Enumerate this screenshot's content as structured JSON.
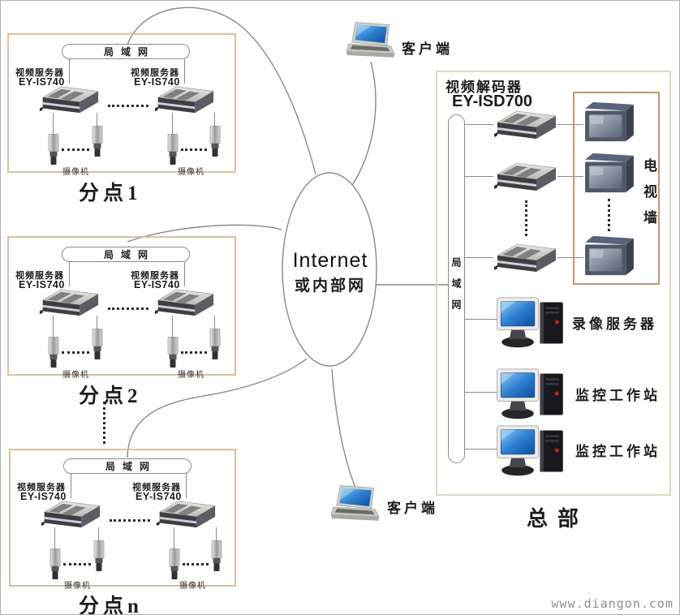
{
  "page": {
    "watermark": "www.diangon.com"
  },
  "cloud": {
    "title": "Internet",
    "subtitle": "或内部网"
  },
  "clients": {
    "top": "客户端",
    "bottom": "客户端"
  },
  "branch": {
    "lan": "局域网",
    "server_label": "视频服务器",
    "server_model": "EY-IS740",
    "camera_label": "摄像机",
    "sites": [
      {
        "name": "分点1"
      },
      {
        "name": "分点2"
      },
      {
        "name": "分点n"
      }
    ]
  },
  "hq": {
    "name": "总部",
    "decoder_label": "视频解码器",
    "decoder_model": "EY-ISD700",
    "lan": "局域网",
    "tv_wall": "电视墙",
    "recorder": "录像服务器",
    "workstation1": "监控工作站",
    "workstation2": "监控工作站"
  }
}
